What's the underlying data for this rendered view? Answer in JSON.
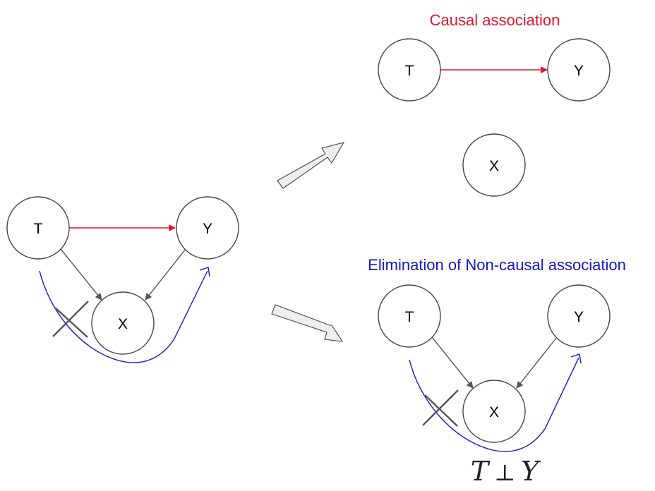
{
  "titles": {
    "causal": "Causal association",
    "elimination": "Elimination of Non-causal association"
  },
  "nodes": {
    "t": "T",
    "y": "Y",
    "x": "X"
  },
  "formula": {
    "left": "T",
    "symbol": "⊥",
    "right": "Y"
  },
  "colors": {
    "causal": "#e8112d",
    "noncausal_path": "#1515d0",
    "node_stroke": "#444444",
    "edge": "#555555",
    "arrow_fill": "#eeeeee",
    "cross": "#555555"
  }
}
